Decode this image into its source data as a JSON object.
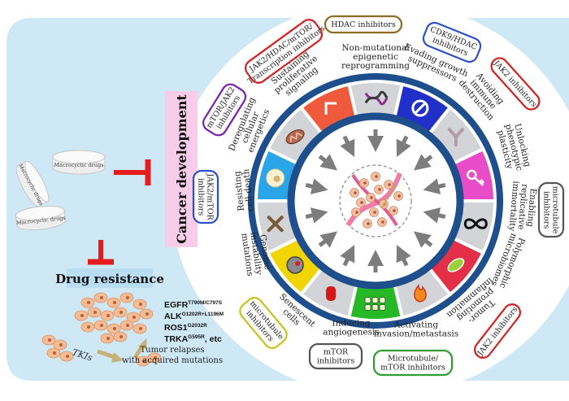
{
  "left_panel": {
    "drug_labels": [
      "Macrocyclic drugs",
      "Macrocyclic drugs",
      "Macrocyclic drugs"
    ],
    "cancer_development": "Cancer development",
    "drug_resistance": "Drug resistance",
    "mutations": [
      {
        "gene": "EGFR",
        "sup": "T790M/C797S"
      },
      {
        "gene": "ALK",
        "sup": "G1202R+L1196M"
      },
      {
        "gene": "ROS1",
        "sup": "G2032R"
      },
      {
        "gene": "TRKA",
        "sup": "G595R",
        "suffix": ", etc"
      }
    ],
    "tkis": "TKIs",
    "relapse_line1": "Tumor relapses",
    "relapse_line2": "with acquired mutations"
  },
  "hallmarks": [
    {
      "id": "epigenetic",
      "lines": [
        "Non-mutational",
        "epigenetic",
        "reprogramming"
      ]
    },
    {
      "id": "growth-suppressors",
      "lines": [
        "Evading growth",
        "suppressors"
      ]
    },
    {
      "id": "immune",
      "lines": [
        "Avoiding",
        "immune",
        "destruction"
      ]
    },
    {
      "id": "plasticity",
      "lines": [
        "Unlocking",
        "phenotypic",
        "plasticity"
      ]
    },
    {
      "id": "immortality",
      "lines": [
        "Enabling",
        "replicative",
        "immortality"
      ]
    },
    {
      "id": "microbiomes",
      "lines": [
        "Polymorphic",
        "microbiomes"
      ]
    },
    {
      "id": "inflammation",
      "lines": [
        "Tumor-",
        "promoting",
        "inflammation"
      ]
    },
    {
      "id": "invasion",
      "lines": [
        "Activating",
        "invasion/metastasis"
      ]
    },
    {
      "id": "angiogenesis",
      "lines": [
        "Inducing",
        "angiogenesis"
      ]
    },
    {
      "id": "senescent",
      "lines": [
        "Senescent",
        "cells"
      ]
    },
    {
      "id": "genome",
      "lines": [
        "Genome",
        "instability",
        "mutations"
      ]
    },
    {
      "id": "cell-death",
      "lines": [
        "Resisting",
        "cell death"
      ]
    },
    {
      "id": "energetics",
      "lines": [
        "Deregulating",
        "cellular",
        "energetics"
      ]
    },
    {
      "id": "proliferative",
      "lines": [
        "Sustaining",
        "proliferative",
        "signaling"
      ]
    }
  ],
  "inhibitors": [
    {
      "id": "hdac",
      "lines": [
        "HDAC inhibitors"
      ],
      "color": "#8a6d1e"
    },
    {
      "id": "cdk9",
      "lines": [
        "CDK9/HDAC",
        "inhibitors"
      ],
      "color": "#2b4fc9"
    },
    {
      "id": "jak2-top-right",
      "lines": [
        "JAK2 inhibitors"
      ],
      "color": "#d62020"
    },
    {
      "id": "microtubule-right",
      "lines": [
        "microtubule",
        "inhibitors"
      ],
      "color": "#555555"
    },
    {
      "id": "jak2-bottom-right",
      "lines": [
        "JAK2 inhibitors"
      ],
      "color": "#d62020"
    },
    {
      "id": "microtubule-mtor-bottom",
      "lines": [
        "Microtubule/",
        "mTOR inhibitors"
      ],
      "color": "#2f9e2f"
    },
    {
      "id": "mtor-bottom",
      "lines": [
        "mTOR",
        "inhibitors"
      ],
      "color": "#555555"
    },
    {
      "id": "microtubule-bottom-left",
      "lines": [
        "microtubule",
        "inhibitors"
      ],
      "color": "#c9c21a"
    },
    {
      "id": "jak2-mtor-left",
      "lines": [
        "JAK2/mTOR",
        "inhibitors"
      ],
      "color": "#2b4fc9"
    },
    {
      "id": "mtor-jak2-left",
      "lines": [
        "mTOR/JAK2",
        "inhibitors"
      ],
      "color": "#7a1fb0"
    },
    {
      "id": "jak2-hdac-mtor",
      "lines": [
        "JAK2/HDAC/mTOR/",
        "Transcription inhibitors"
      ],
      "color": "#d62020"
    }
  ],
  "colors": {
    "panel": "#cfe8f6",
    "dark_ring": "#1f4e8c",
    "cancer_box": "#f7cdea",
    "drug_box": "#b9ddf1",
    "inhibitor_red": "#d62020",
    "arrow_red": "#e31d1d"
  }
}
